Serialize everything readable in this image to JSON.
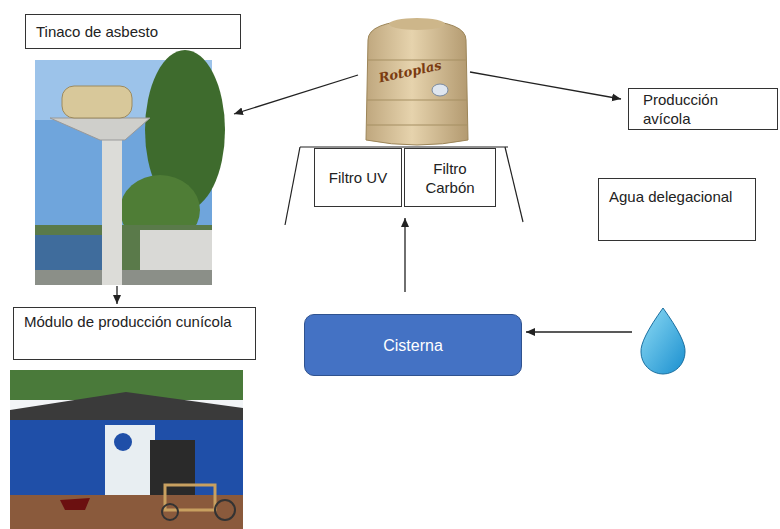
{
  "diagram": {
    "nodes": [
      {
        "text": [
          "Tinaco de asbesto"
        ]
      },
      {
        "text": [
          "Producción avícola"
        ]
      },
      {
        "text": [
          "Filtro UV"
        ]
      },
      {
        "text": [
          "Filtro Carbón"
        ]
      },
      {
        "text": [
          "Agua delegacional"
        ]
      },
      {
        "text": [
          "Cisterna"
        ]
      },
      {
        "text": [
          "Módulo de producción cunícola"
        ]
      }
    ],
    "labels": [
      "Rotoplas"
    ]
  }
}
